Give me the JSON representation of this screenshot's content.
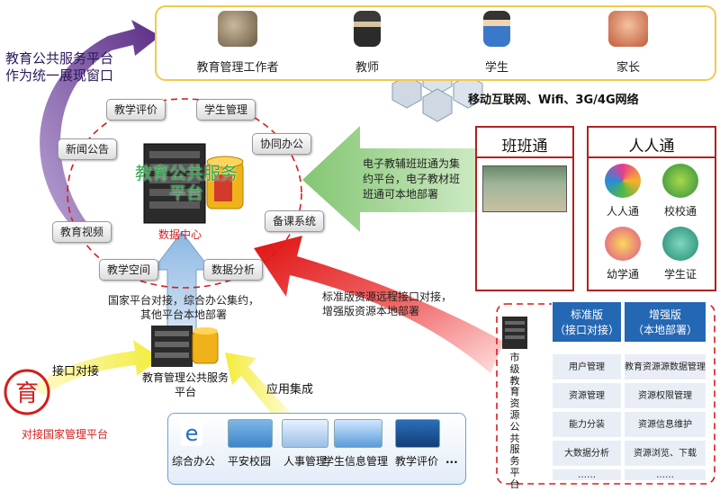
{
  "users": [
    {
      "label": "教育管理工作者",
      "icon": "administrators-icon"
    },
    {
      "label": "教师",
      "icon": "teacher-icon"
    },
    {
      "label": "学生",
      "icon": "students-icon"
    },
    {
      "label": "家长",
      "icon": "parent-icon"
    }
  ],
  "network_label": "移动互联网、Wifi、3G/4G网络",
  "left_caption": "教育公共服务平台\n作为统一展现窗口",
  "center": {
    "platform_label": "教育公共服务\n平台",
    "data_center_label": "数据中心"
  },
  "services": [
    "教学评价",
    "学生管理",
    "新闻公告",
    "协同办公",
    "教育视频",
    "备课系统",
    "教学空间",
    "数据分析"
  ],
  "green_arrow_text": "电子教辅班班通为集\n约平台，电子教材班\n班通可本地部署",
  "banbantong": {
    "title": "班班通"
  },
  "renrentong": {
    "title": "人人通",
    "apps": [
      {
        "label": "人人通",
        "icon": "renrentong-logo-icon"
      },
      {
        "label": "校校通",
        "icon": "xiaoxiaotong-logo-icon"
      },
      {
        "label": "幼学通",
        "icon": "youxuetong-logo-icon"
      },
      {
        "label": "学生证",
        "icon": "student-card-icon"
      }
    ]
  },
  "blue_arrow_text": "国家平台对接，综合办公集约，\n其他平台本地部署",
  "red_arrow_text": "标准版资源远程接口对接，\n增强版资源本地部署",
  "city_platform_label": "市\n级\n教\n育\n资\n源\n公\n共\n服\n务\n平\n台",
  "edition_table": {
    "headers": [
      "标准版\n（接口对接）",
      "增强版\n（本地部署）"
    ],
    "rows": [
      [
        "用户管理",
        "教育资源源数据管理"
      ],
      [
        "资源管理",
        "资源权限管理"
      ],
      [
        "能力分装",
        "资源信息维护"
      ],
      [
        "大数据分析",
        "资源浏览、下载"
      ],
      [
        "……",
        "……"
      ]
    ]
  },
  "local_platform_label": "教育管理公共服务\n平台",
  "interface_label": "接口对接",
  "app_integration_label": "应用集成",
  "national_label": "对接国家管理平台",
  "bottom_apps": [
    "综合办公",
    "平安校园",
    "人事管理",
    "学生信息管理",
    "教学评价",
    "..."
  ],
  "colors": {
    "green_arrow": "#7dc36b",
    "red_arrow": "#e01e1e",
    "blue_arrow": "#9cc3e6",
    "yellow_arrow": "#f2ec3a",
    "purple_arrow": "#5b2d86",
    "table_header": "#2467b3"
  }
}
